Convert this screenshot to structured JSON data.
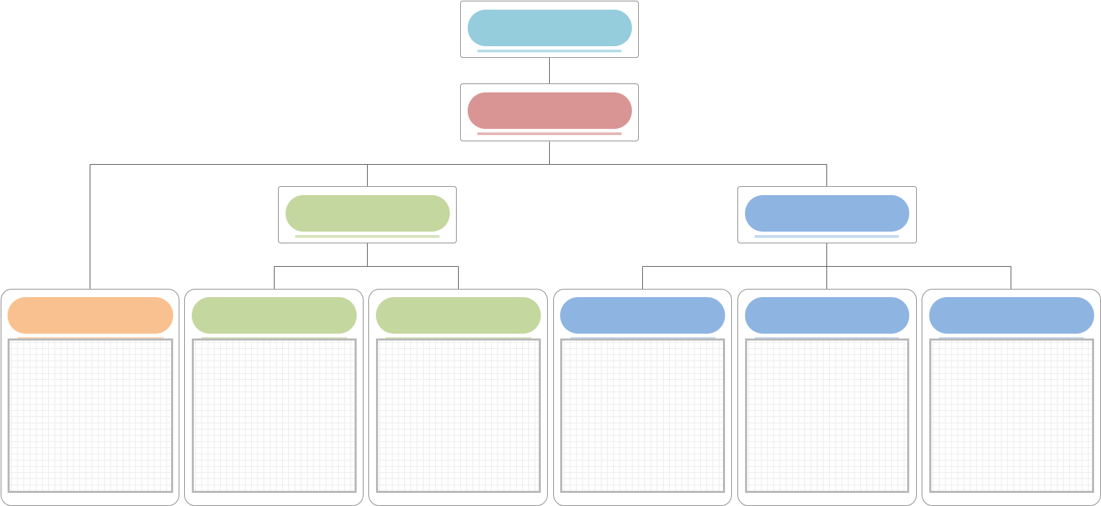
{
  "diagram": {
    "nodes": [
      {
        "id": "root",
        "label": "",
        "color": "#96cddc",
        "line_color": "#b6dfe9"
      },
      {
        "id": "level-2",
        "label": "",
        "color": "#d99594",
        "line_color": "#e5b8b7"
      },
      {
        "id": "mid-left",
        "label": "",
        "color": "#c4d79f",
        "line_color": "#d7e4bc"
      },
      {
        "id": "mid-right",
        "label": "",
        "color": "#8eb4e2",
        "line_color": "#c6d9f0"
      },
      {
        "id": "leaf-1",
        "label": "",
        "color": "#f9c190",
        "line_color": "#fbd5b5"
      },
      {
        "id": "leaf-2",
        "label": "",
        "color": "#c4d79f",
        "line_color": "#d7e4bc"
      },
      {
        "id": "leaf-3",
        "label": "",
        "color": "#c4d79f",
        "line_color": "#d7e4bc"
      },
      {
        "id": "leaf-4",
        "label": "",
        "color": "#8eb4e2",
        "line_color": "#c6d9f0"
      },
      {
        "id": "leaf-5",
        "label": "",
        "color": "#8eb4e2",
        "line_color": "#c6d9f0"
      },
      {
        "id": "leaf-6",
        "label": "",
        "color": "#8eb4e2",
        "line_color": "#c6d9f0"
      }
    ],
    "edges": [
      {
        "from": "root",
        "to": "level-2"
      },
      {
        "from": "level-2",
        "to": "leaf-1"
      },
      {
        "from": "level-2",
        "to": "mid-left"
      },
      {
        "from": "level-2",
        "to": "mid-right"
      },
      {
        "from": "mid-left",
        "to": "leaf-2"
      },
      {
        "from": "mid-left",
        "to": "leaf-3"
      },
      {
        "from": "mid-right",
        "to": "leaf-4"
      },
      {
        "from": "mid-right",
        "to": "leaf-5"
      },
      {
        "from": "mid-right",
        "to": "leaf-6"
      }
    ],
    "connector_color": "#555555",
    "leaf_grid": "shown"
  }
}
